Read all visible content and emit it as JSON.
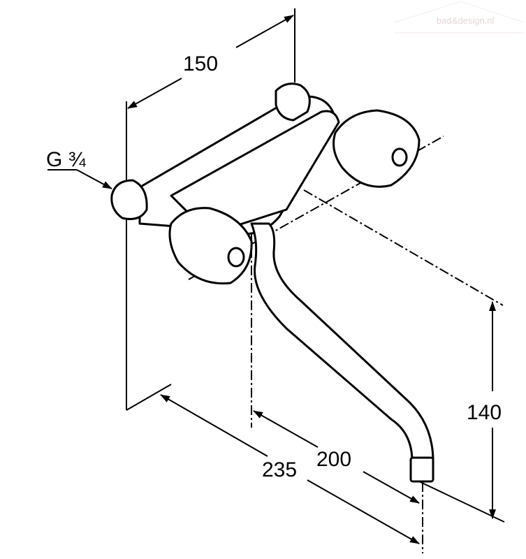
{
  "drawing": {
    "dimensions": {
      "width_between_inlets": "150",
      "thread": "G ¾",
      "projection_total": "235",
      "projection_spout": "200",
      "spout_height": "140"
    },
    "watermark": "bad&design.nl"
  },
  "colors": {
    "line": "#000000",
    "watermark": "#e6d6d6"
  }
}
